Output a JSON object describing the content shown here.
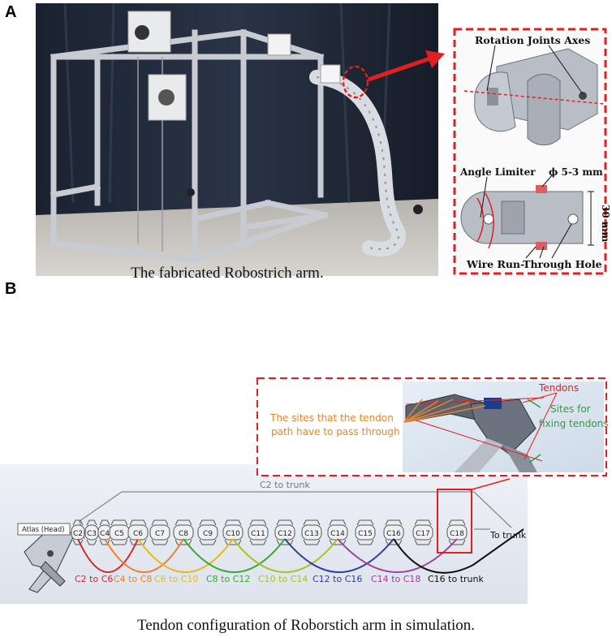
{
  "panels": {
    "a": {
      "letter": "A",
      "caption": "The fabricated Robostrich arm.",
      "callout": {
        "rotation_axes": "Rotation Joints Axes",
        "angle_limiter": "Angle Limiter",
        "diameter": "ϕ 5-3 mm",
        "height": "30 mm",
        "wire_hole": "Wire Run-Through Hole"
      }
    },
    "b": {
      "letter": "B",
      "caption": "Tendon configuration of Roborstich arm in simulation.",
      "zoom": {
        "tendons": "Tendons",
        "pass_sites_line1": "The sites that the tendon",
        "pass_sites_line2": "path have to pass through",
        "fix_sites_line1": "Sites for",
        "fix_sites_line2": "fixing tendons"
      },
      "head_label": "Atlas (Head)",
      "c2_trunk": "C2 to trunk",
      "to_trunk": "To trunk",
      "vertebrae": [
        "C2",
        "C3",
        "C4",
        "C5",
        "C6",
        "C7",
        "C8",
        "C9",
        "C10",
        "C11",
        "C12",
        "C13",
        "C14",
        "C15",
        "C16",
        "C17",
        "C18"
      ],
      "tendon_labels": [
        {
          "text": "C2 to C6",
          "color": "#d62728"
        },
        {
          "text": "C4 to C8",
          "color": "#f0812a"
        },
        {
          "text": "C6 to C10",
          "color": "#e9b820"
        },
        {
          "text": "C8 to C12",
          "color": "#3aa935"
        },
        {
          "text": "C10 to C14",
          "color": "#a8c41c"
        },
        {
          "text": "C12 to C16",
          "color": "#2f3f9e"
        },
        {
          "text": "C14 to C18",
          "color": "#9c3f9e"
        },
        {
          "text": "C16 to trunk",
          "color": "#111111"
        }
      ]
    }
  },
  "colors": {
    "callout_red": "#e02020",
    "pass_orange": "#e8862a",
    "fix_green": "#2e9e3e"
  }
}
